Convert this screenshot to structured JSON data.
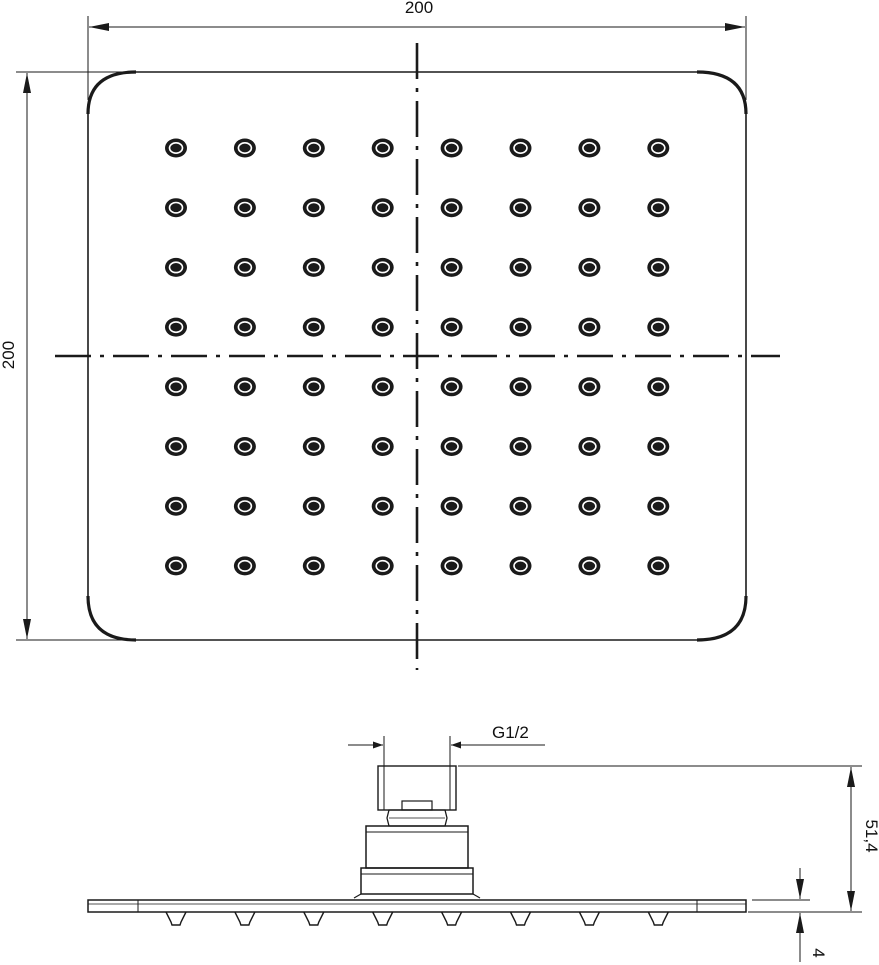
{
  "drawing": {
    "top_view": {
      "width_label": "200",
      "height_label": "200",
      "nozzle_rows": 8,
      "nozzle_cols": 8
    },
    "side_view": {
      "thread_label": "G1/2",
      "height_label": "51,4",
      "plate_thickness_label": "4",
      "nozzle_count": 8
    },
    "colors": {
      "line": "#1a1a1a",
      "background": "#ffffff"
    }
  }
}
